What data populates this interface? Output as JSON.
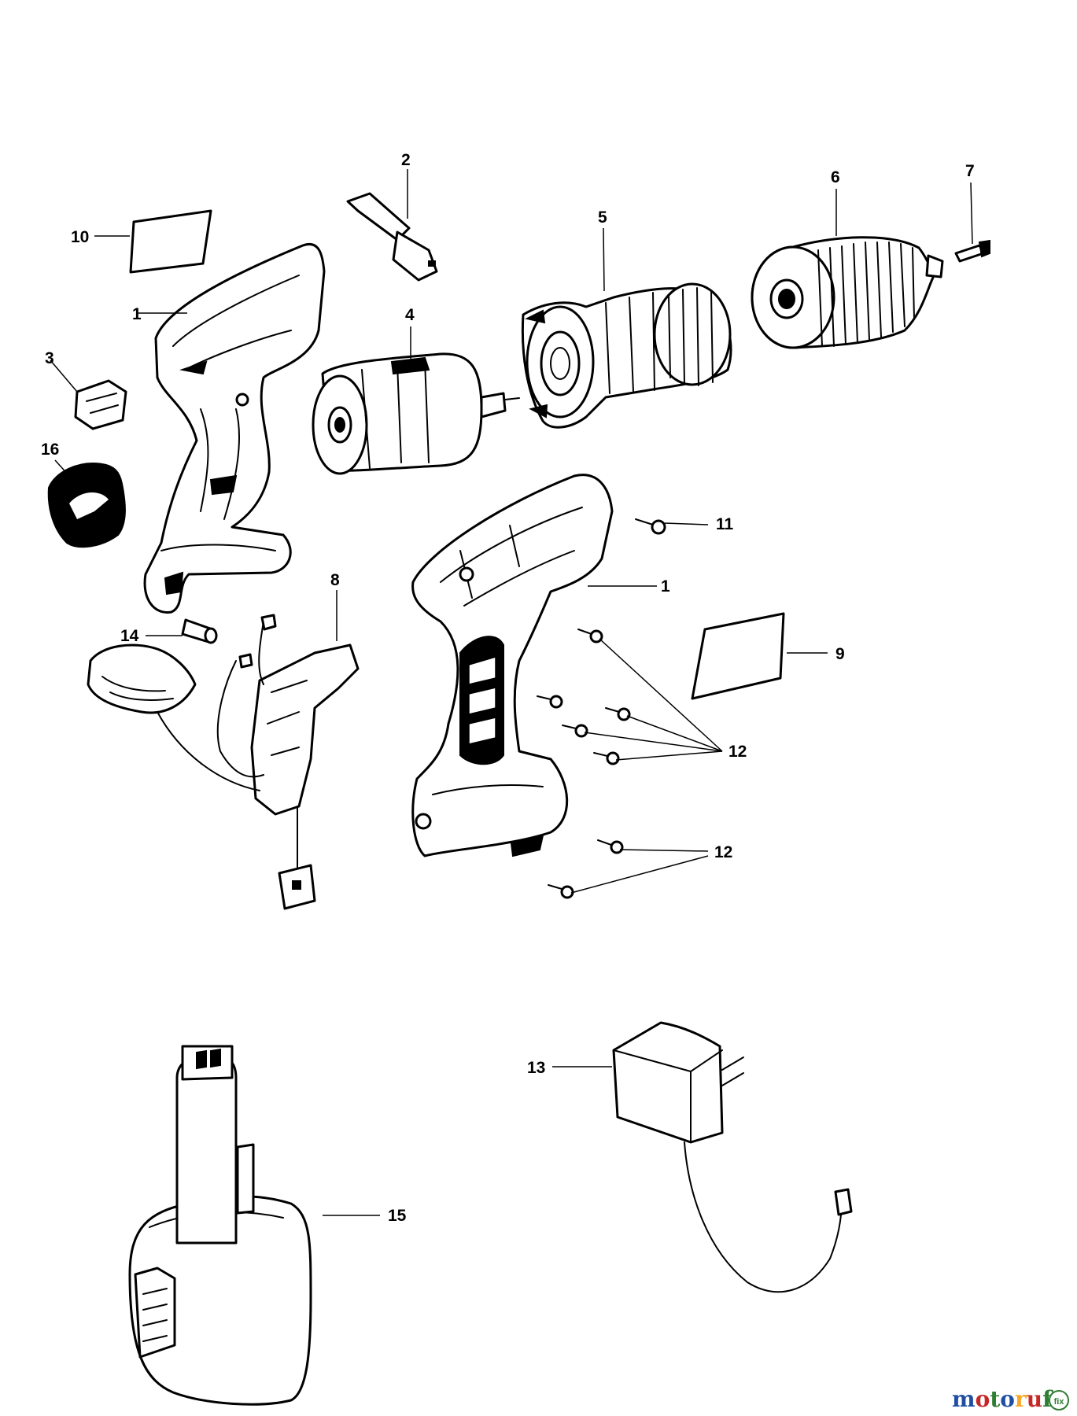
{
  "callouts": {
    "c1_housing_left": "1",
    "c1_housing_right": "1",
    "c2": "2",
    "c3": "3",
    "c4": "4",
    "c5": "5",
    "c6": "6",
    "c7": "7",
    "c8": "8",
    "c9": "9",
    "c10": "10",
    "c11": "11",
    "c12_top": "12",
    "c12_bottom": "12",
    "c13": "13",
    "c14": "14",
    "c15": "15",
    "c16": "16"
  },
  "watermark": {
    "letters": [
      "m",
      "o",
      "t",
      "o",
      "r",
      "u",
      "f"
    ],
    "colors": [
      "#1f4fa3",
      "#c62828",
      "#2e7d32",
      "#1f4fa3",
      "#f9a825",
      "#c62828",
      "#2e7d32"
    ],
    "badge": "fix"
  }
}
